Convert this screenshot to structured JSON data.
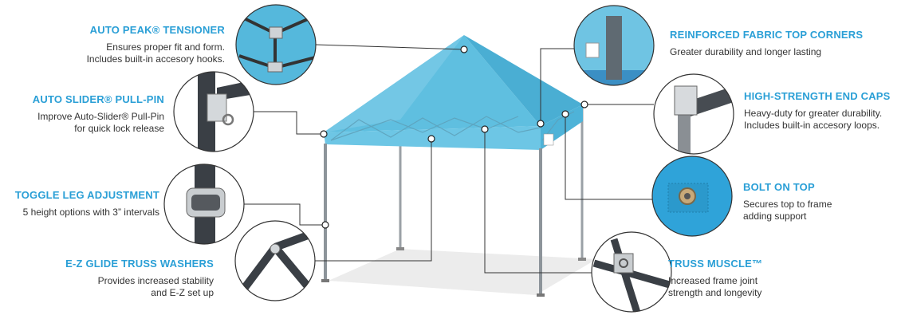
{
  "features": [
    {
      "id": "auto-peak",
      "title": "Auto Peak® Tensioner",
      "desc": "Ensures proper fit and form.\nIncludes built-in accesory hooks."
    },
    {
      "id": "auto-slider",
      "title": "Auto Slider® Pull-Pin",
      "desc": "Improve Auto-Slider® Pull-Pin\nfor quick lock release"
    },
    {
      "id": "toggle-leg",
      "title": "Toggle Leg Adjustment",
      "desc": "5 height options with 3” intervals"
    },
    {
      "id": "ez-glide",
      "title": "E-Z Glide Truss Washers",
      "desc": "Provides increased stability\nand E-Z set up"
    },
    {
      "id": "reinforced-corners",
      "title": "Reinforced Fabric Top Corners",
      "desc": "Greater durability and longer lasting"
    },
    {
      "id": "end-caps",
      "title": "High-Strength End Caps",
      "desc": "Heavy-duty for greater durability.\nIncludes built-in accesory loops."
    },
    {
      "id": "bolt-on-top",
      "title": "Bolt On Top",
      "desc": "Secures top to frame\nadding support"
    },
    {
      "id": "truss-muscle",
      "title": "Truss Muscle™",
      "desc": "Increased frame joint\nstrength and longevity"
    }
  ],
  "colors": {
    "accent": "#2a9fd6",
    "canopy": "#6cc7e6",
    "frame": "#3f444a",
    "text": "#333333"
  }
}
